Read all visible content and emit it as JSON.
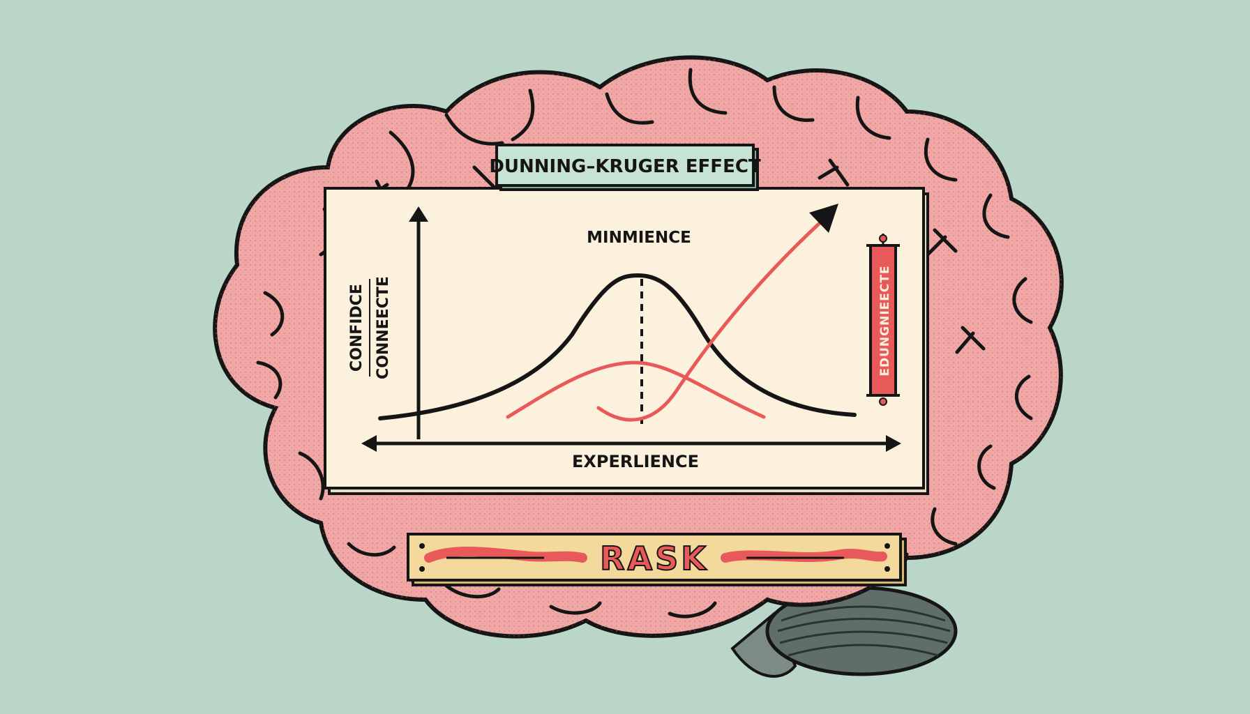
{
  "title": "DUNNING–KRUGER EFFECT",
  "peak_label": "MINMIENCE",
  "y_label_line1": "CONFIDCE",
  "y_label_line2": "CONNEECTE",
  "x_label": "EXPERLIENCE",
  "side_banner": "EDUNGNIEECTE",
  "bottom_plaque": "RASK",
  "colors": {
    "background": "#b9d6c8",
    "brain": "#f0a8a6",
    "brain_dark": "#d97d7f",
    "outline": "#151515",
    "panel": "#fbf1dc",
    "title_banner": "#c6e3d4",
    "accent_red": "#e85a5a",
    "plaque": "#f3d99b",
    "cerebellum": "#5f6e68"
  }
}
